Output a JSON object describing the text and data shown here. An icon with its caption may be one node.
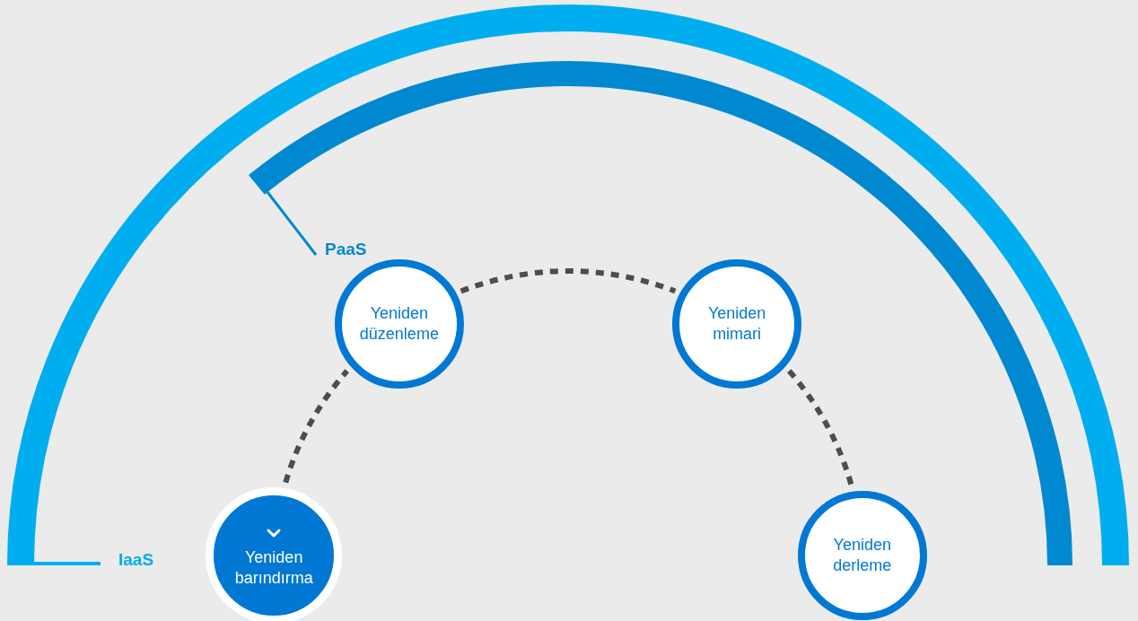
{
  "diagram": {
    "nodes": [
      {
        "text": [
          "Yeniden barındırma"
        ]
      },
      {
        "text": [
          "Yeniden düzenleme"
        ]
      },
      {
        "text": [
          "Yeniden mimari"
        ]
      },
      {
        "text": [
          "Yeniden derleme"
        ]
      }
    ],
    "edges": [
      {
        "from": 0,
        "to": 1,
        "arrow": "none",
        "style": "dashed"
      },
      {
        "from": 1,
        "to": 2,
        "arrow": "none",
        "style": "dashed"
      },
      {
        "from": 2,
        "to": 3,
        "arrow": "none",
        "style": "dashed"
      }
    ],
    "labels": [
      "PaaS",
      "IaaS"
    ]
  }
}
